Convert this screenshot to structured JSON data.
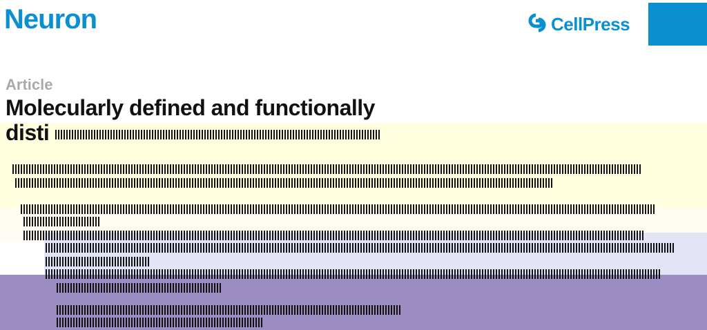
{
  "header": {
    "journal": "Neuron",
    "publisher": "CellPress",
    "publisher_icon": "cellpress-logo-icon",
    "brand_color": "#0a8fd0"
  },
  "article": {
    "type": "Article",
    "title_line1": "Molecularly defined and functionally",
    "title_line2": "disti"
  }
}
